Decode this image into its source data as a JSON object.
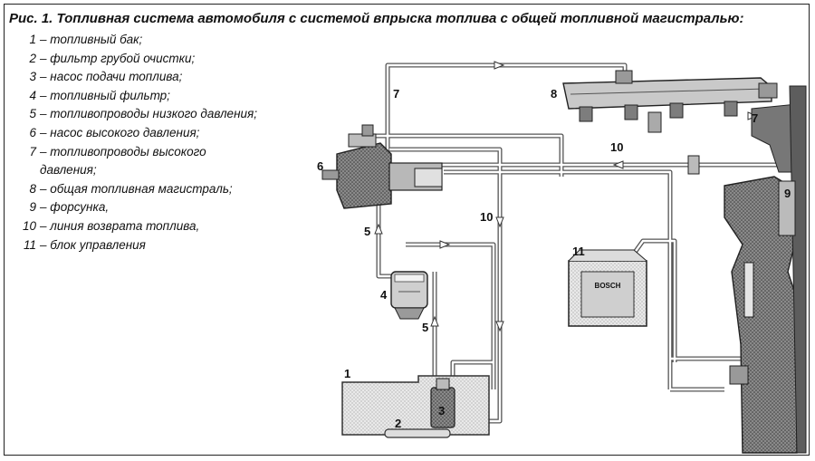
{
  "caption": "Рис. 1. Топливная система автомобиля с системой впрыска топлива с общей топливной магистралью:",
  "legend": [
    {
      "num": "1",
      "text": "– топливный бак;"
    },
    {
      "num": "2",
      "text": "– фильтр грубой очистки;"
    },
    {
      "num": "3",
      "text": "– насос подачи топлива;"
    },
    {
      "num": "4",
      "text": "– топливный фильтр;"
    },
    {
      "num": "5",
      "text": "– топливопроводы низкого давления;"
    },
    {
      "num": "6",
      "text": "– насос высокого давления;"
    },
    {
      "num": "7",
      "text": "– топливопроводы высокого"
    },
    {
      "num": "",
      "text": "давления;"
    },
    {
      "num": "8",
      "text": "– общая топливная магистраль;"
    },
    {
      "num": "9",
      "text": "– форсунка,"
    },
    {
      "num": "10",
      "text": "– линия возврата топлива,"
    },
    {
      "num": "11",
      "text": "– блок управления"
    }
  ],
  "labels": {
    "tank": "1",
    "coarse_filter": "2",
    "pump": "3",
    "fuel_filter": "4",
    "low_pressure_a": "5",
    "low_pressure_b": "5",
    "hp_pump": "6",
    "hp_line_a": "7",
    "hp_line_b": "7",
    "rail": "8",
    "injector": "9",
    "return_a": "10",
    "return_b": "10",
    "ecu": "11"
  },
  "ecu_brand": "BOSCH"
}
